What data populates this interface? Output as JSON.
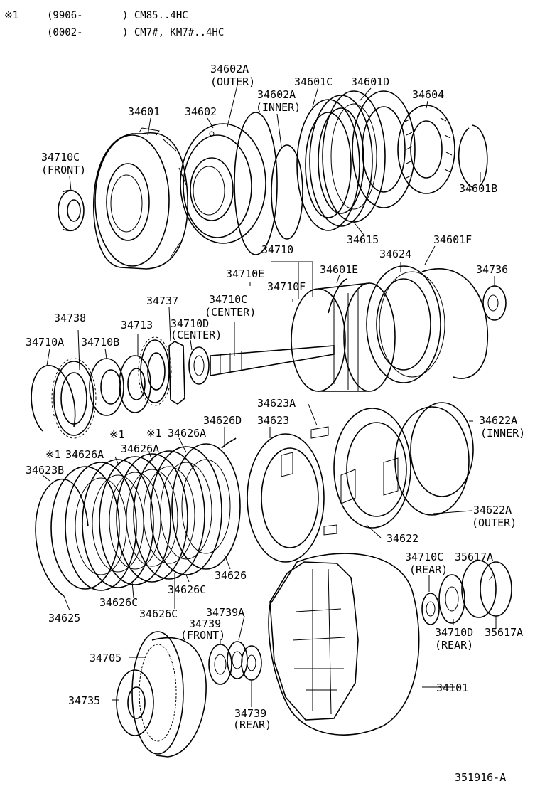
{
  "header": {
    "line1_mark": "※1",
    "line1_range": "(9906-",
    "line1_models": ") CM85..4HC",
    "line2_range": "(0002-",
    "line2_models": ") CM7#, KM7#..4HC"
  },
  "labels": {
    "p34602A_outer_num": "34602A",
    "p34602A_outer_sub": "(OUTER)",
    "p34602A_inner_num": "34602A",
    "p34602A_inner_sub": "(INNER)",
    "p34601C": "34601C",
    "p34601D": "34601D",
    "p34601": "34601",
    "p34602": "34602",
    "p34604": "34604",
    "p34710C_front_num": "34710C",
    "p34710C_front_sub": "(FRONT)",
    "p34601B": "34601B",
    "p34615": "34615",
    "p34710": "34710",
    "p34601F": "34601F",
    "p34624": "34624",
    "p34710E": "34710E",
    "p34601E": "34601E",
    "p34736": "34736",
    "p34710F": "34710F",
    "p34737": "34737",
    "p34710C_center_num": "34710C",
    "p34710C_center_sub": "(CENTER)",
    "p34738": "34738",
    "p34713": "34713",
    "p34710D_center_num": "34710D",
    "p34710D_center_sub": "(CENTER)",
    "p34710A": "34710A",
    "p34710B": "34710B",
    "p34623A": "34623A",
    "p34626D": "34626D",
    "p34623": "34623",
    "p34622A_inner_num": "34622A",
    "p34622A_inner_sub": "(INNER)",
    "p34626A_1": "34626A",
    "p34626A_2": "34626A",
    "p34626A_3": "34626A",
    "mark1_a": "※1",
    "mark1_b": "※1",
    "mark1_c": "※1",
    "p34623B": "34623B",
    "p34622A_outer_num": "34622A",
    "p34622A_outer_sub": "(OUTER)",
    "p34622": "34622",
    "p34710C_rear_num": "34710C",
    "p34710C_rear_sub": "(REAR)",
    "p35617A_1": "35617A",
    "p35617A_2": "35617A",
    "p34626": "34626",
    "p34626C_1": "34626C",
    "p34626C_2": "34626C",
    "p34626C_3": "34626C",
    "p34625": "34625",
    "p34739A": "34739A",
    "p34739_front_num": "34739",
    "p34739_front_sub": "(FRONT)",
    "p34710D_rear_num": "34710D",
    "p34710D_rear_sub": "(REAR)",
    "p34705": "34705",
    "p34101": "34101",
    "p34735": "34735",
    "p34739_rear_num": "34739",
    "p34739_rear_sub": "(REAR)"
  },
  "footer": {
    "figure_code": "351916-A"
  }
}
